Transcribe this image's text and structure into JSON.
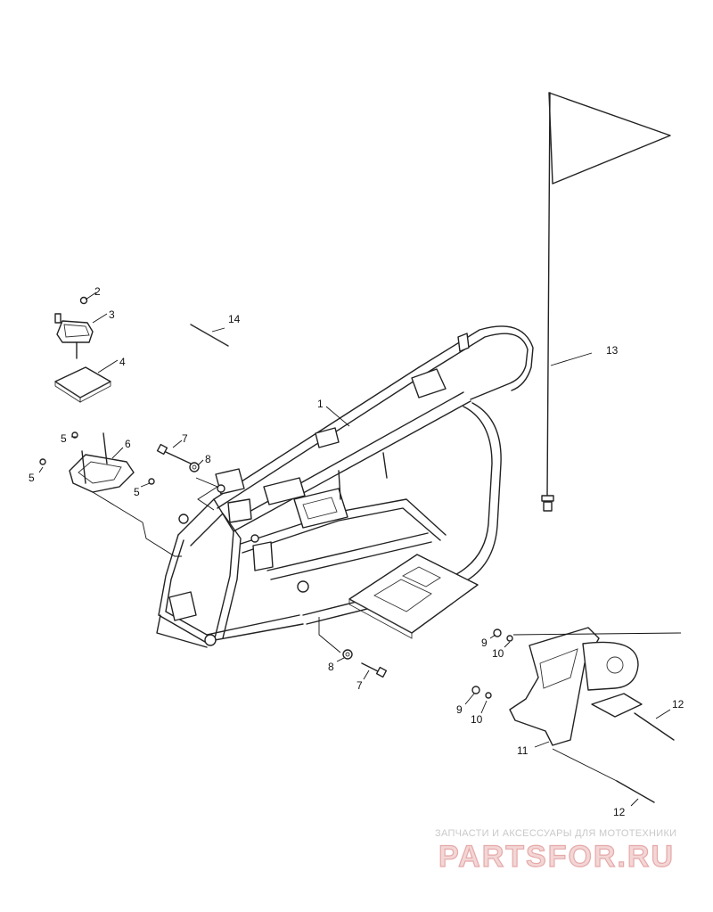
{
  "callouts": [
    {
      "id": "c1",
      "label": "1"
    },
    {
      "id": "c2",
      "label": "2"
    },
    {
      "id": "c3",
      "label": "3"
    },
    {
      "id": "c4",
      "label": "4"
    },
    {
      "id": "c5a",
      "label": "5"
    },
    {
      "id": "c5b",
      "label": "5"
    },
    {
      "id": "c5c",
      "label": "5"
    },
    {
      "id": "c6",
      "label": "6"
    },
    {
      "id": "c7a",
      "label": "7"
    },
    {
      "id": "c8a",
      "label": "8"
    },
    {
      "id": "c8b",
      "label": "8"
    },
    {
      "id": "c7b",
      "label": "7"
    },
    {
      "id": "c9a",
      "label": "9"
    },
    {
      "id": "c10a",
      "label": "10"
    },
    {
      "id": "c9b",
      "label": "9"
    },
    {
      "id": "c10b",
      "label": "10"
    },
    {
      "id": "c11",
      "label": "11"
    },
    {
      "id": "c12a",
      "label": "12"
    },
    {
      "id": "c12b",
      "label": "12"
    },
    {
      "id": "c13",
      "label": "13"
    },
    {
      "id": "c14",
      "label": "14"
    }
  ],
  "watermark": {
    "tagline": "ЗАПЧАСТИ И АКСЕССУАРЫ ДЛЯ МОТОТЕХНИКИ",
    "logo": "PARTSFOR.RU"
  }
}
